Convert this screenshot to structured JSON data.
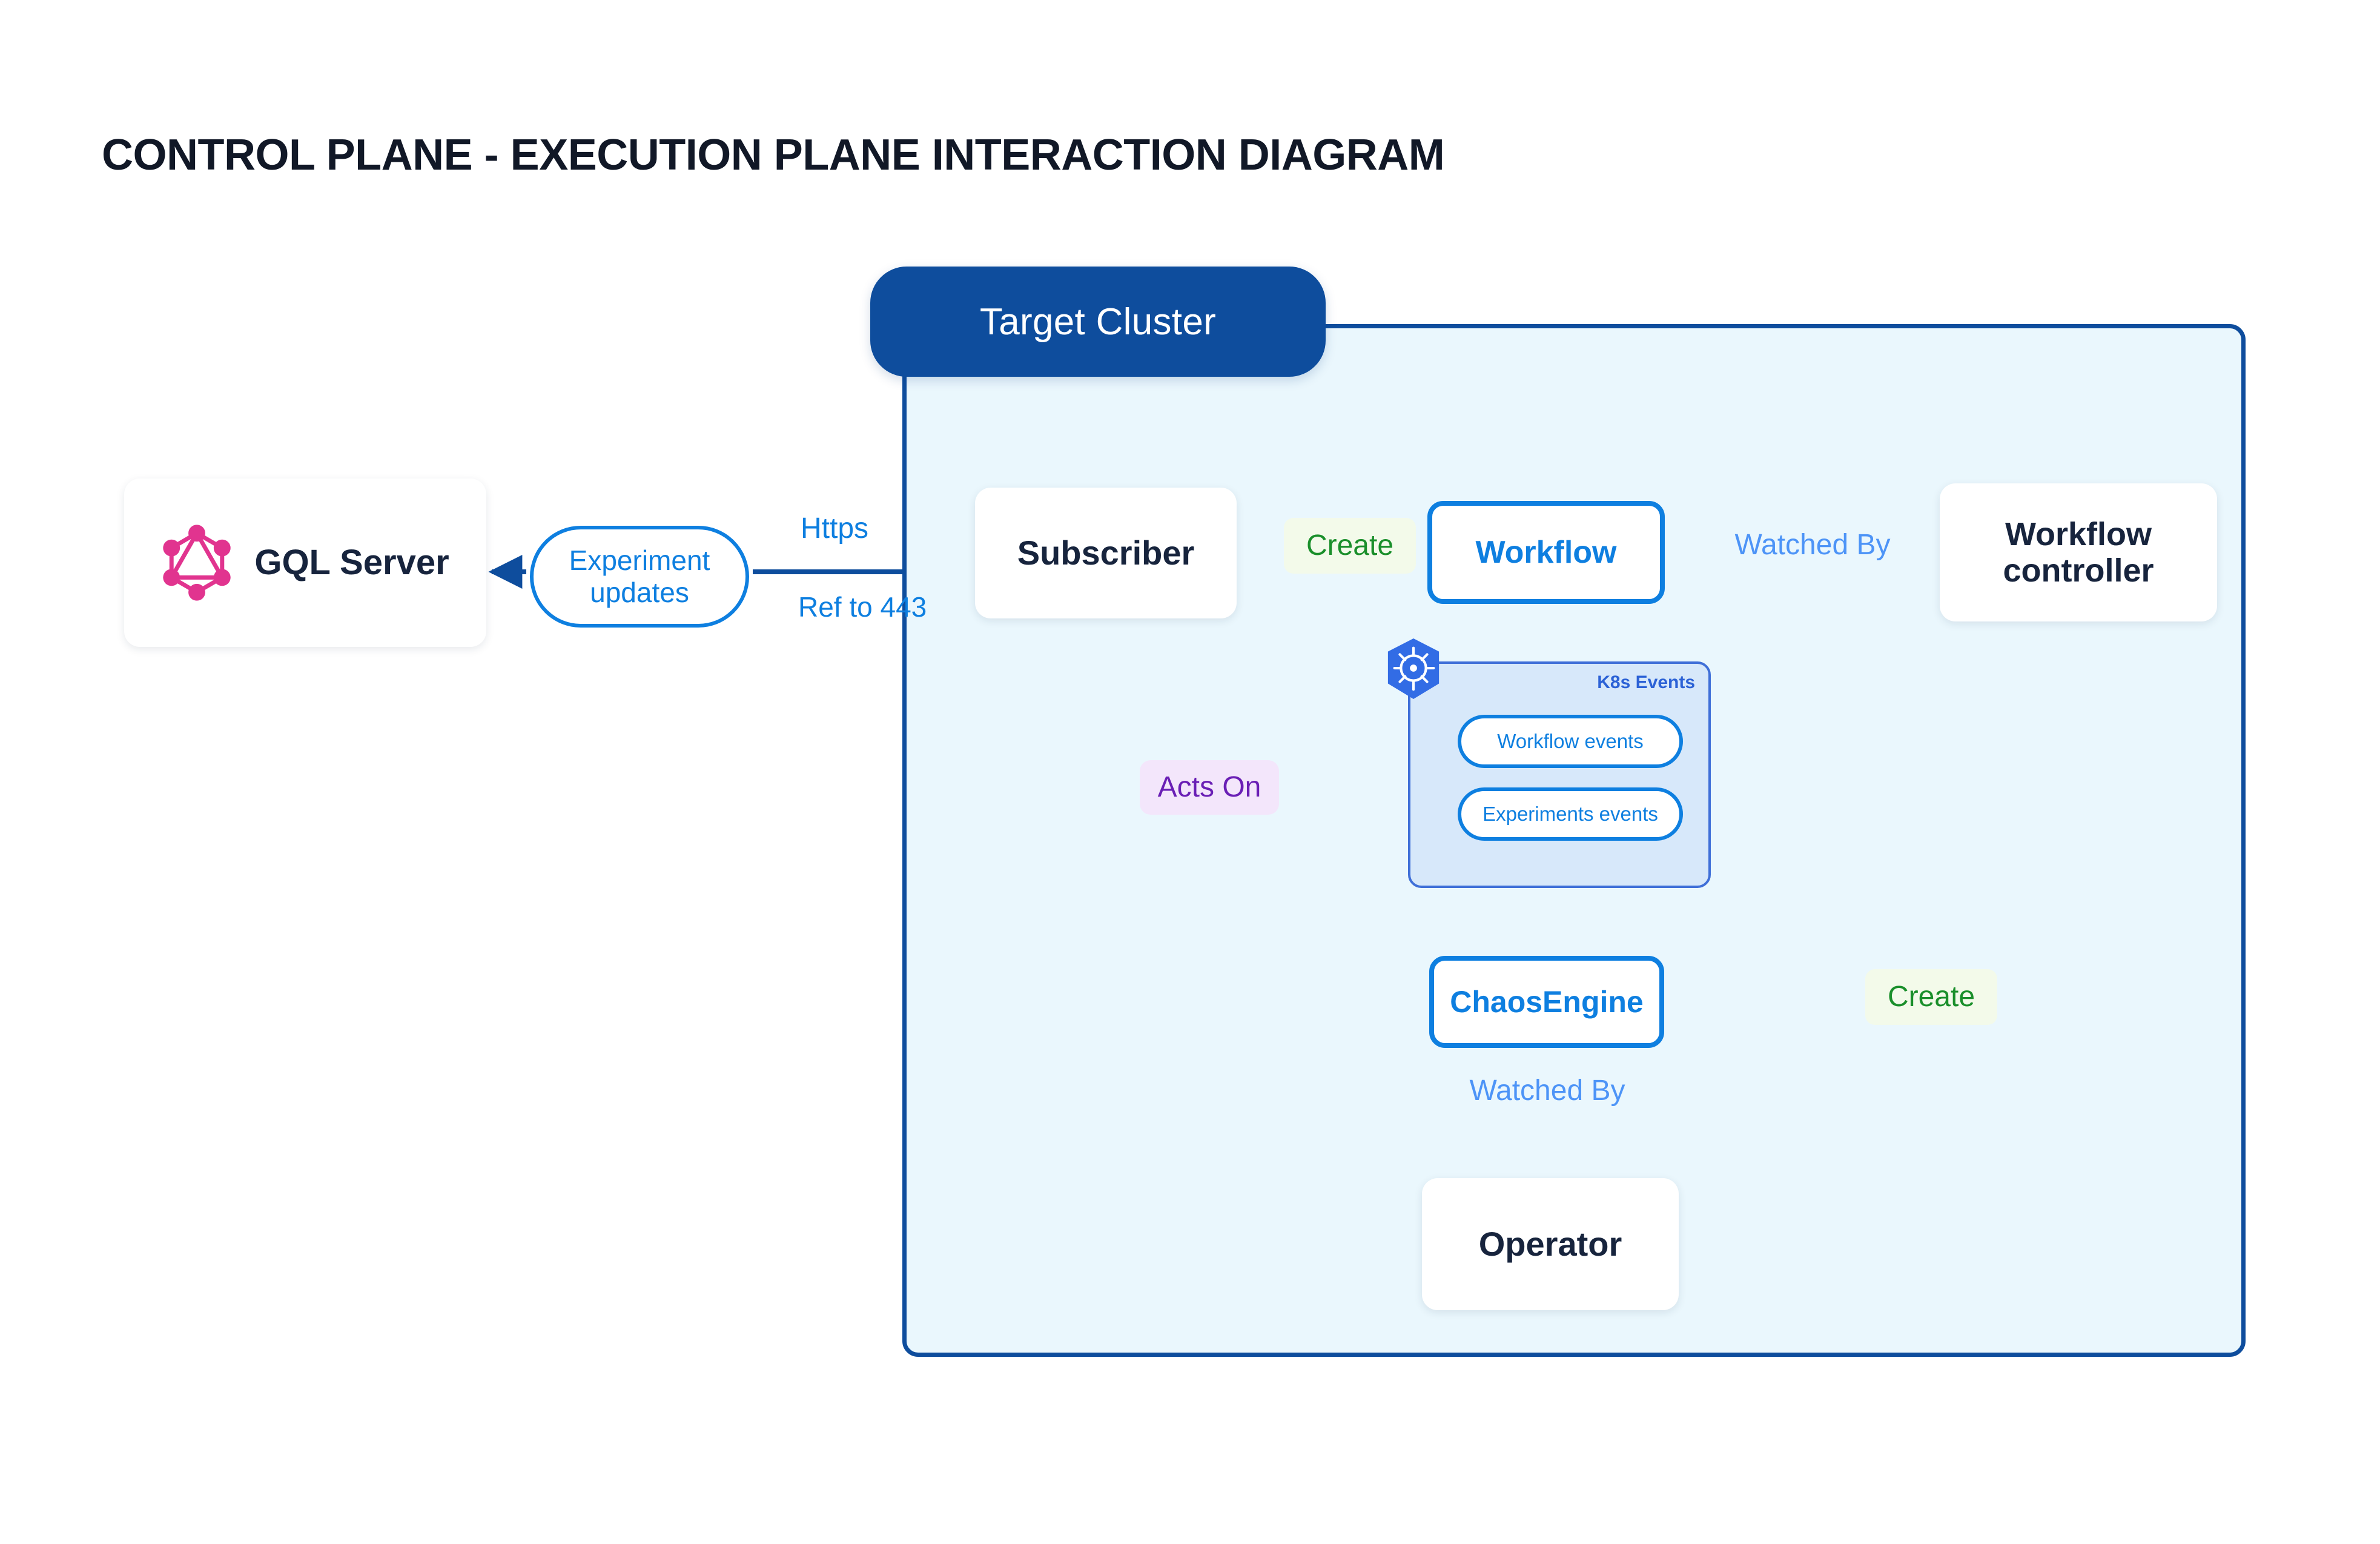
{
  "page": {
    "title": "CONTROL PLANE - EXECUTION PLANE INTERACTION DIAGRAM"
  },
  "cluster": {
    "pill_label": "Target Cluster",
    "bg_color": "#eaf7fd",
    "border_color": "#0e4d9d",
    "pill_color": "#0e4d9d"
  },
  "nodes": {
    "gql_server": {
      "label": "GQL Server",
      "icon": "graphql-logo-icon",
      "icon_color": "#e1348f"
    },
    "subscriber": {
      "label": "Subscriber"
    },
    "workflow": {
      "label": "Workflow",
      "accent": "#0e7fe0"
    },
    "workflow_controller": {
      "line1": "Workflow",
      "line2": "controller"
    },
    "chaos_engine": {
      "label": "ChaosEngine",
      "accent": "#0e7fe0"
    },
    "operator": {
      "label": "Operator"
    }
  },
  "k8s_group": {
    "title": "K8s Events",
    "icon": "kubernetes-helm-icon",
    "icon_color": "#326ce5",
    "bg_color": "#d7e8fa",
    "border_color": "#3f6fd8",
    "items": [
      {
        "label": "Workflow events"
      },
      {
        "label": "Experiments events"
      }
    ]
  },
  "edge_labels": {
    "experiment_updates": "Experiment updates",
    "https": "Https",
    "ref_to_443": "Ref to 443",
    "create_workflow": "Create",
    "watched_by_controller": "Watched By",
    "acts_on": "Acts On",
    "create_chaosengine": "Create",
    "watched_by_operator": "Watched By"
  },
  "colors": {
    "dark_blue": "#0e4d9d",
    "bright_blue": "#0e7fe0",
    "light_blue": "#4d94f7",
    "green": "#1a8f2b",
    "purple": "#6a1fb5",
    "gray_arrow": "#4d5566",
    "magenta": "#e1348f",
    "text_dark": "#17243d"
  }
}
